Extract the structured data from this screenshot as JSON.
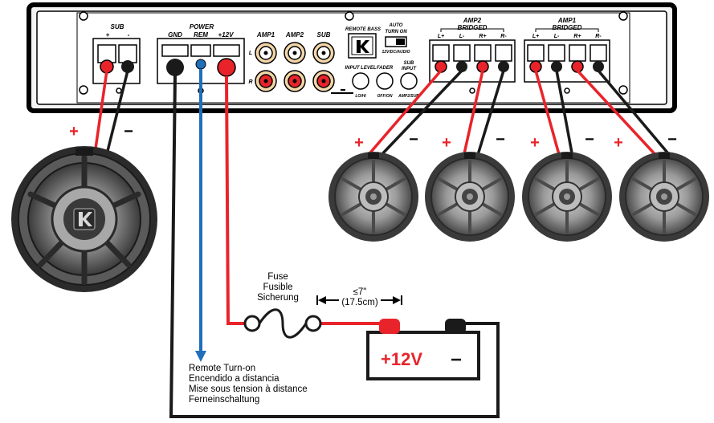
{
  "amplifier": {
    "terminals": {
      "sub_group": "SUB",
      "sub_plus": "+",
      "sub_minus": "-",
      "power_group": "POWER",
      "gnd": "GND",
      "rem": "REM",
      "plus12": "+12V"
    },
    "rca": {
      "amp1": "AMP1",
      "amp2": "AMP2",
      "sub": "SUB",
      "left": "L",
      "right": "R"
    },
    "remote_bass": "REMOTE BASS",
    "auto_turn_on": "AUTO\nTURN ON",
    "auto_turn_on_mode": "12V/DC/AUDIO",
    "input_level": "INPUT LEVEL",
    "input_level_range": "LO/HI",
    "fader": "FADER",
    "fader_state": "OFF/ON",
    "sub_input": "SUB\nINPUT",
    "sub_input_source": "AMP2/SUB",
    "amp2": {
      "name": "AMP2",
      "bridged": "BRIDGED",
      "terminals": [
        "L+",
        "L-",
        "R+",
        "R-"
      ]
    },
    "amp1": {
      "name": "AMP1",
      "bridged": "BRIDGED",
      "terminals": [
        "L+",
        "L-",
        "R+",
        "R-"
      ]
    }
  },
  "polarity": {
    "plus": "+",
    "minus": "−"
  },
  "fuse": {
    "lines": [
      "Fuse",
      "Fusible",
      "Sicherung"
    ]
  },
  "distance": {
    "max": "≤7\"",
    "metric": "(17.5cm)"
  },
  "battery": {
    "positive": "+12V",
    "negative": "−"
  },
  "remote_turn_on": {
    "lines": [
      "Remote Turn-on",
      "Encendido a distancia",
      "Mise sous tension à distance",
      "Ferneinschaltung"
    ]
  },
  "colors": {
    "power_wire": "#e8242a",
    "ground_wire": "#1a1a1a",
    "remote_wire": "#1f6fba",
    "speaker_gray": "#6f7071"
  }
}
